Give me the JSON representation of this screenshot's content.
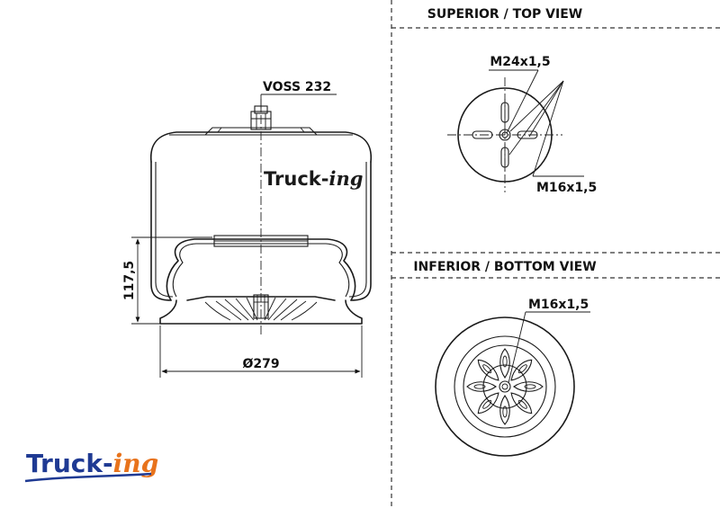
{
  "side_view": {
    "valve_label": "VOSS 232",
    "height_label": "117,5",
    "diameter_label": "Ø279",
    "watermark": {
      "part1": "Truck-",
      "part2": "ing"
    }
  },
  "top_view": {
    "title": "SUPERIOR / TOP VIEW",
    "large_thread_label": "M24x1,5",
    "small_thread_label": "M16x1,5"
  },
  "bottom_view": {
    "title": "INFERIOR / BOTTOM VIEW",
    "thread_label": "M16x1,5"
  },
  "logo": {
    "part1": "Truck-",
    "part2": "ing",
    "colors": {
      "primary": "#1f3a93",
      "accent": "#e8731c"
    }
  }
}
